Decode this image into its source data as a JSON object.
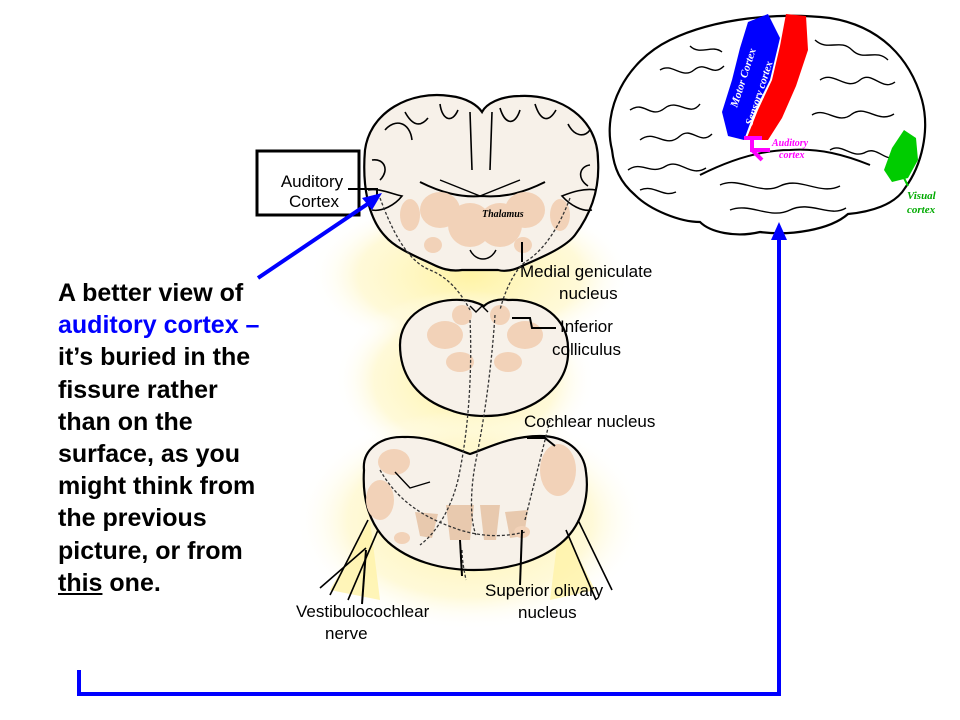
{
  "slide": {
    "text_line1": "A better view of",
    "text_line2_blue": "auditory cortex –",
    "text_line3": "it’s buried in the",
    "text_line4": "fissure rather",
    "text_line5": "than on the",
    "text_line6": "surface, as you",
    "text_line7": "might think from",
    "text_line8": "the previous",
    "text_line9": "picture, or from",
    "text_line10_underlined": "this",
    "text_line10_rest": " one."
  },
  "brainstem_diagram": {
    "boxed_label_line1": "Auditory",
    "boxed_label_line2": "Cortex",
    "thalamus_label": "Thalamus",
    "medial_geniculate_line1": "Medial geniculate",
    "medial_geniculate_line2": "nucleus",
    "inferior_colliculus_line1": "Inferior",
    "inferior_colliculus_line2": "colliculus",
    "cochlear_nucleus": "Cochlear nucleus",
    "superior_olivary_line1": "Superior olivary",
    "superior_olivary_line2": "nucleus",
    "vestibulocochlear_line1": "Vestibulocochlear",
    "vestibulocochlear_line2": "nerve"
  },
  "brain_diagram": {
    "motor_cortex": "Motor Cortex",
    "sensory_cortex": "Sensory cortex",
    "auditory_line1": "Auditory",
    "auditory_line2": "cortex",
    "visual_line1": "Visual",
    "visual_line2": "cortex"
  },
  "colors": {
    "arrow_blue": "#0000ff",
    "motor": "#0000ff",
    "sensory": "#ff0000",
    "auditory": "#ff00ff",
    "visual": "#00cc00",
    "nucleus_fill": "#f2d2b8",
    "glow": "#fff6b0"
  }
}
